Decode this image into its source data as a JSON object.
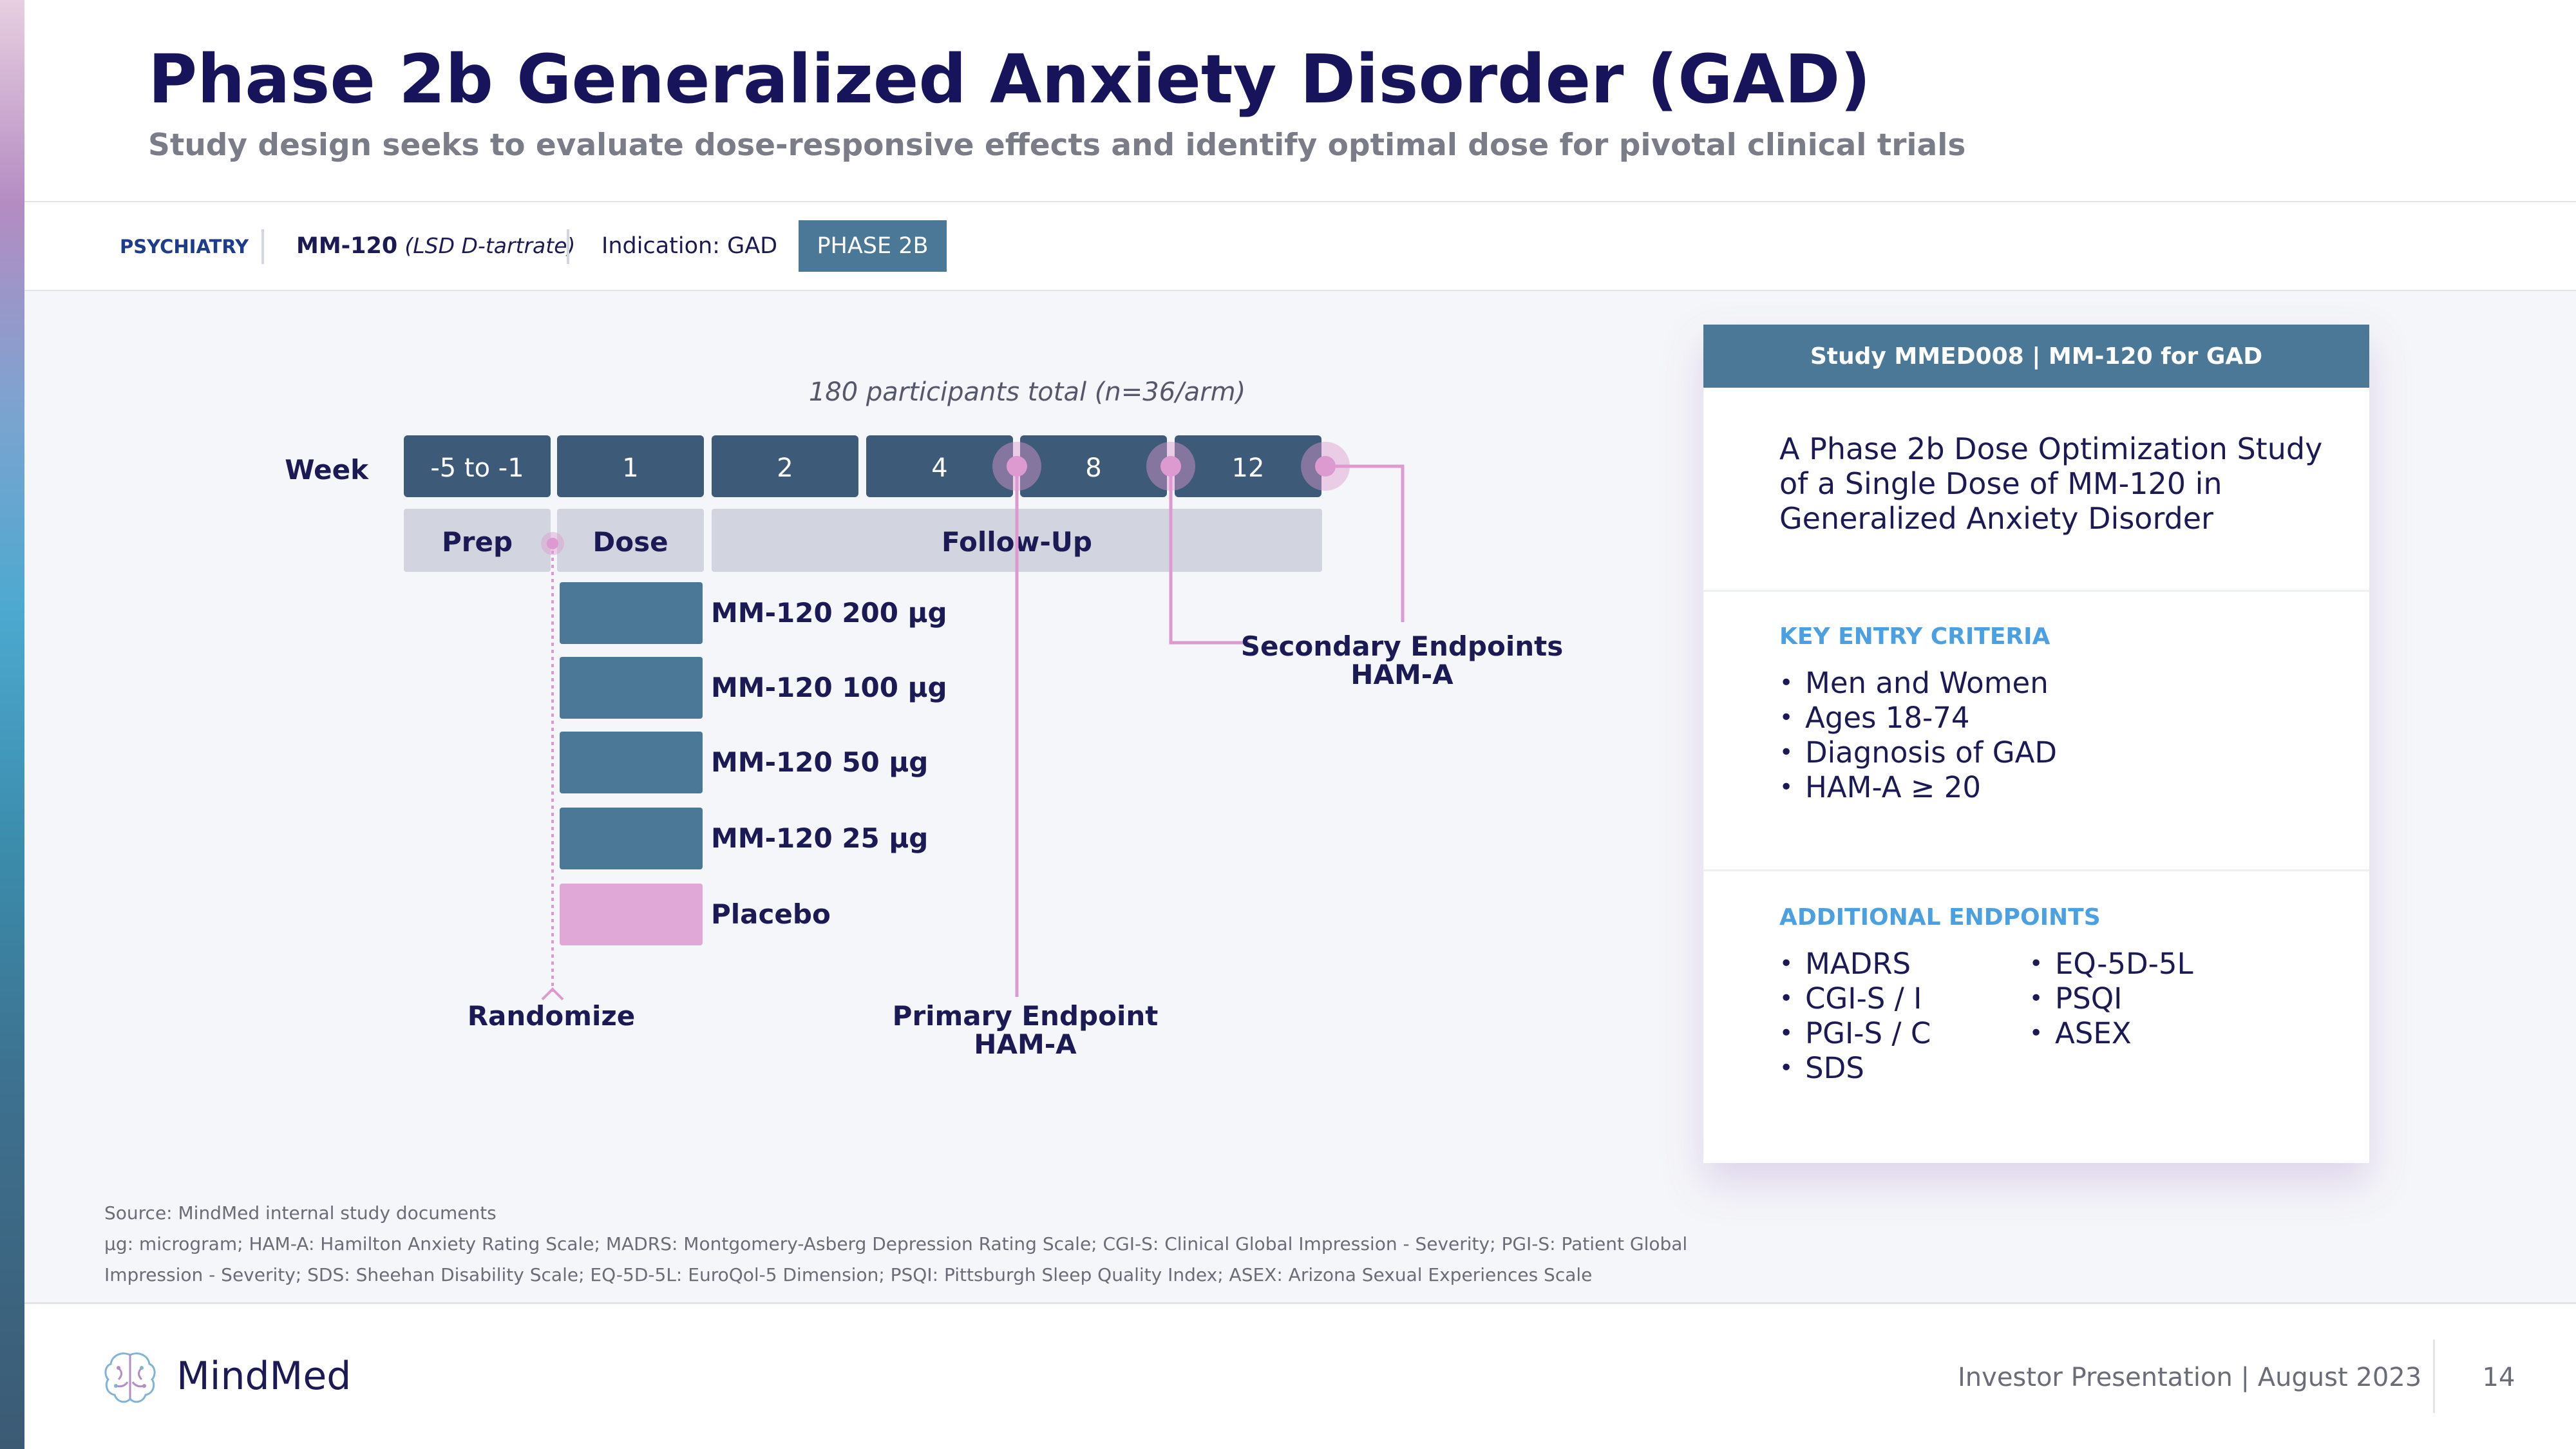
{
  "header": {
    "title": "Phase 2b Generalized Anxiety Disorder (GAD)",
    "subtitle": "Study design seeks to evaluate dose-responsive effects and identify optimal dose for pivotal clinical trials"
  },
  "tags": {
    "area": "PSYCHIATRY",
    "drug": "MM-120",
    "drug_detail": "(LSD D-tartrate)",
    "indication": "Indication: GAD",
    "phase": "PHASE 2B"
  },
  "diagram": {
    "participants": "180 participants total (n=36/arm)",
    "week_label": "Week",
    "weeks": [
      "-5 to -1",
      "1",
      "2",
      "4",
      "8",
      "12"
    ],
    "phases": [
      "Prep",
      "Dose",
      "Follow-Up"
    ],
    "arms": [
      "MM-120 200 µg",
      "MM-120 100 µg",
      "MM-120 50 µg",
      "MM-120 25 µg",
      "Placebo"
    ],
    "randomize": "Randomize",
    "primary_endpoint": [
      "Primary Endpoint",
      "HAM-A"
    ],
    "secondary_endpoints": [
      "Secondary Endpoints",
      "HAM-A"
    ],
    "colors": {
      "week_box": "#3d5a78",
      "phase_box": "#d2d5df",
      "arm_box": "#4b7896",
      "placebo_box": "#dfa8d6",
      "endpoint_line": "#dd9ad0"
    }
  },
  "card": {
    "header": "Study MMED008 | MM-120 for GAD",
    "description": "A Phase 2b Dose Optimization Study of a Single Dose of MM-120 in Generalized Anxiety Disorder",
    "criteria_heading": "KEY ENTRY CRITERIA",
    "criteria": [
      "Men and Women",
      "Ages 18-74",
      "Diagnosis of GAD",
      "HAM-A ≥ 20"
    ],
    "endpoints_heading": "ADDITIONAL ENDPOINTS",
    "endpoints_col1": [
      "MADRS",
      "CGI-S / I",
      "PGI-S / C",
      "SDS"
    ],
    "endpoints_col2": [
      "EQ-5D-5L",
      "PSQI",
      "ASEX"
    ]
  },
  "footnotes": {
    "source": "Source: MindMed internal study documents",
    "abbrev_line1": "µg: microgram; HAM-A: Hamilton Anxiety Rating Scale; MADRS: Montgomery-Asberg Depression Rating Scale; CGI-S: Clinical Global Impression - Severity; PGI-S: Patient Global",
    "abbrev_line2": "Impression - Severity; SDS: Sheehan Disability Scale; EQ-5D-5L: EuroQol-5 Dimension; PSQI: Pittsburgh Sleep Quality Index; ASEX: Arizona Sexual Experiences Scale"
  },
  "footer": {
    "logo_text": "MindMed",
    "presentation": "Investor Presentation | August 2023",
    "page": "14"
  }
}
